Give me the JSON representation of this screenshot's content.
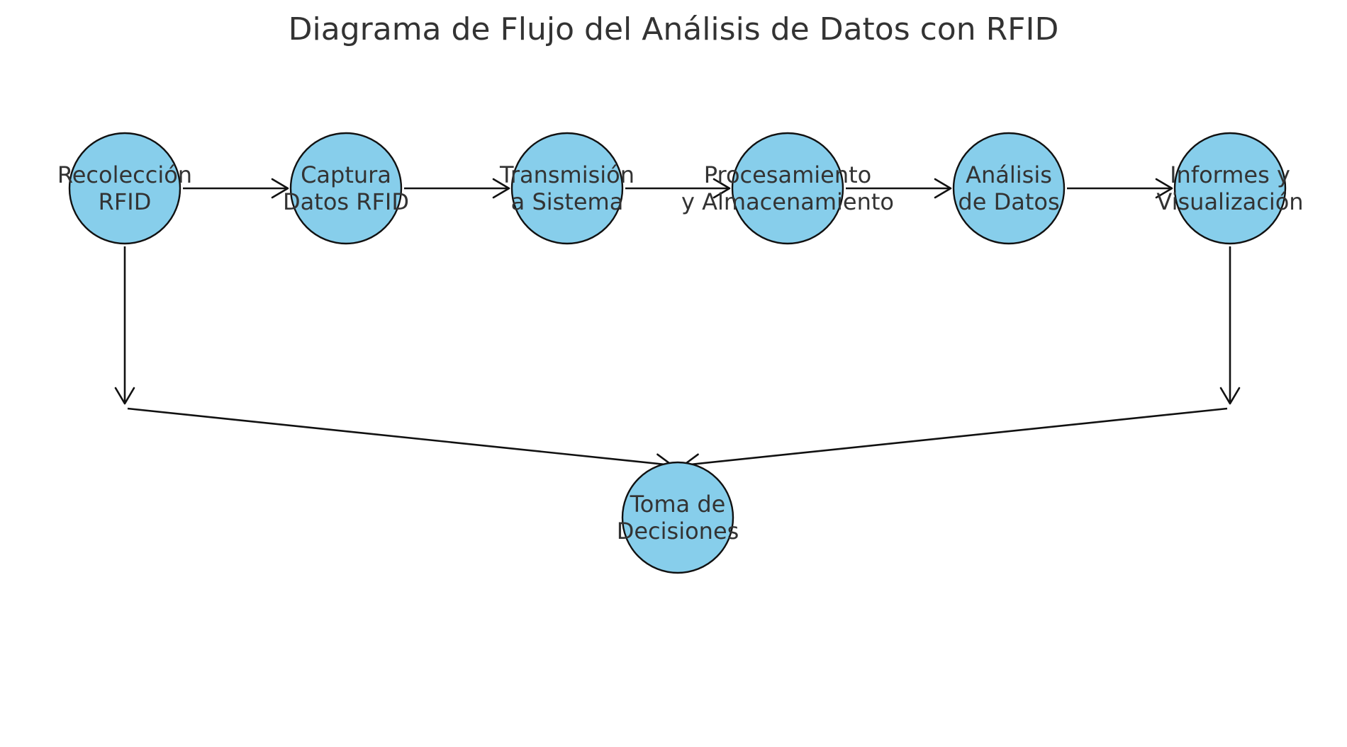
{
  "title": "Diagrama de Flujo del Análisis de Datos con RFID",
  "colors": {
    "node_fill": "#87CEEB",
    "node_stroke": "#111111",
    "arrow": "#111111",
    "text": "#333333"
  },
  "nodes": [
    {
      "id": "recoleccion",
      "lines": [
        "Recolección",
        "RFID"
      ]
    },
    {
      "id": "captura",
      "lines": [
        "Captura",
        "Datos RFID"
      ]
    },
    {
      "id": "transmision",
      "lines": [
        "Transmisión",
        "a Sistema"
      ]
    },
    {
      "id": "procesamiento",
      "lines": [
        "Procesamiento",
        "y Almacenamiento"
      ]
    },
    {
      "id": "analisis",
      "lines": [
        "Análisis",
        "de Datos"
      ]
    },
    {
      "id": "informes",
      "lines": [
        "Informes y",
        "Visualización"
      ]
    },
    {
      "id": "decisiones",
      "lines": [
        "Toma de",
        "Decisiones"
      ]
    }
  ],
  "edges": [
    {
      "from": "recoleccion",
      "to": "captura"
    },
    {
      "from": "captura",
      "to": "transmision"
    },
    {
      "from": "transmision",
      "to": "procesamiento"
    },
    {
      "from": "procesamiento",
      "to": "analisis"
    },
    {
      "from": "analisis",
      "to": "informes"
    },
    {
      "from": "recoleccion",
      "to": "decisiones"
    },
    {
      "from": "informes",
      "to": "decisiones"
    }
  ]
}
